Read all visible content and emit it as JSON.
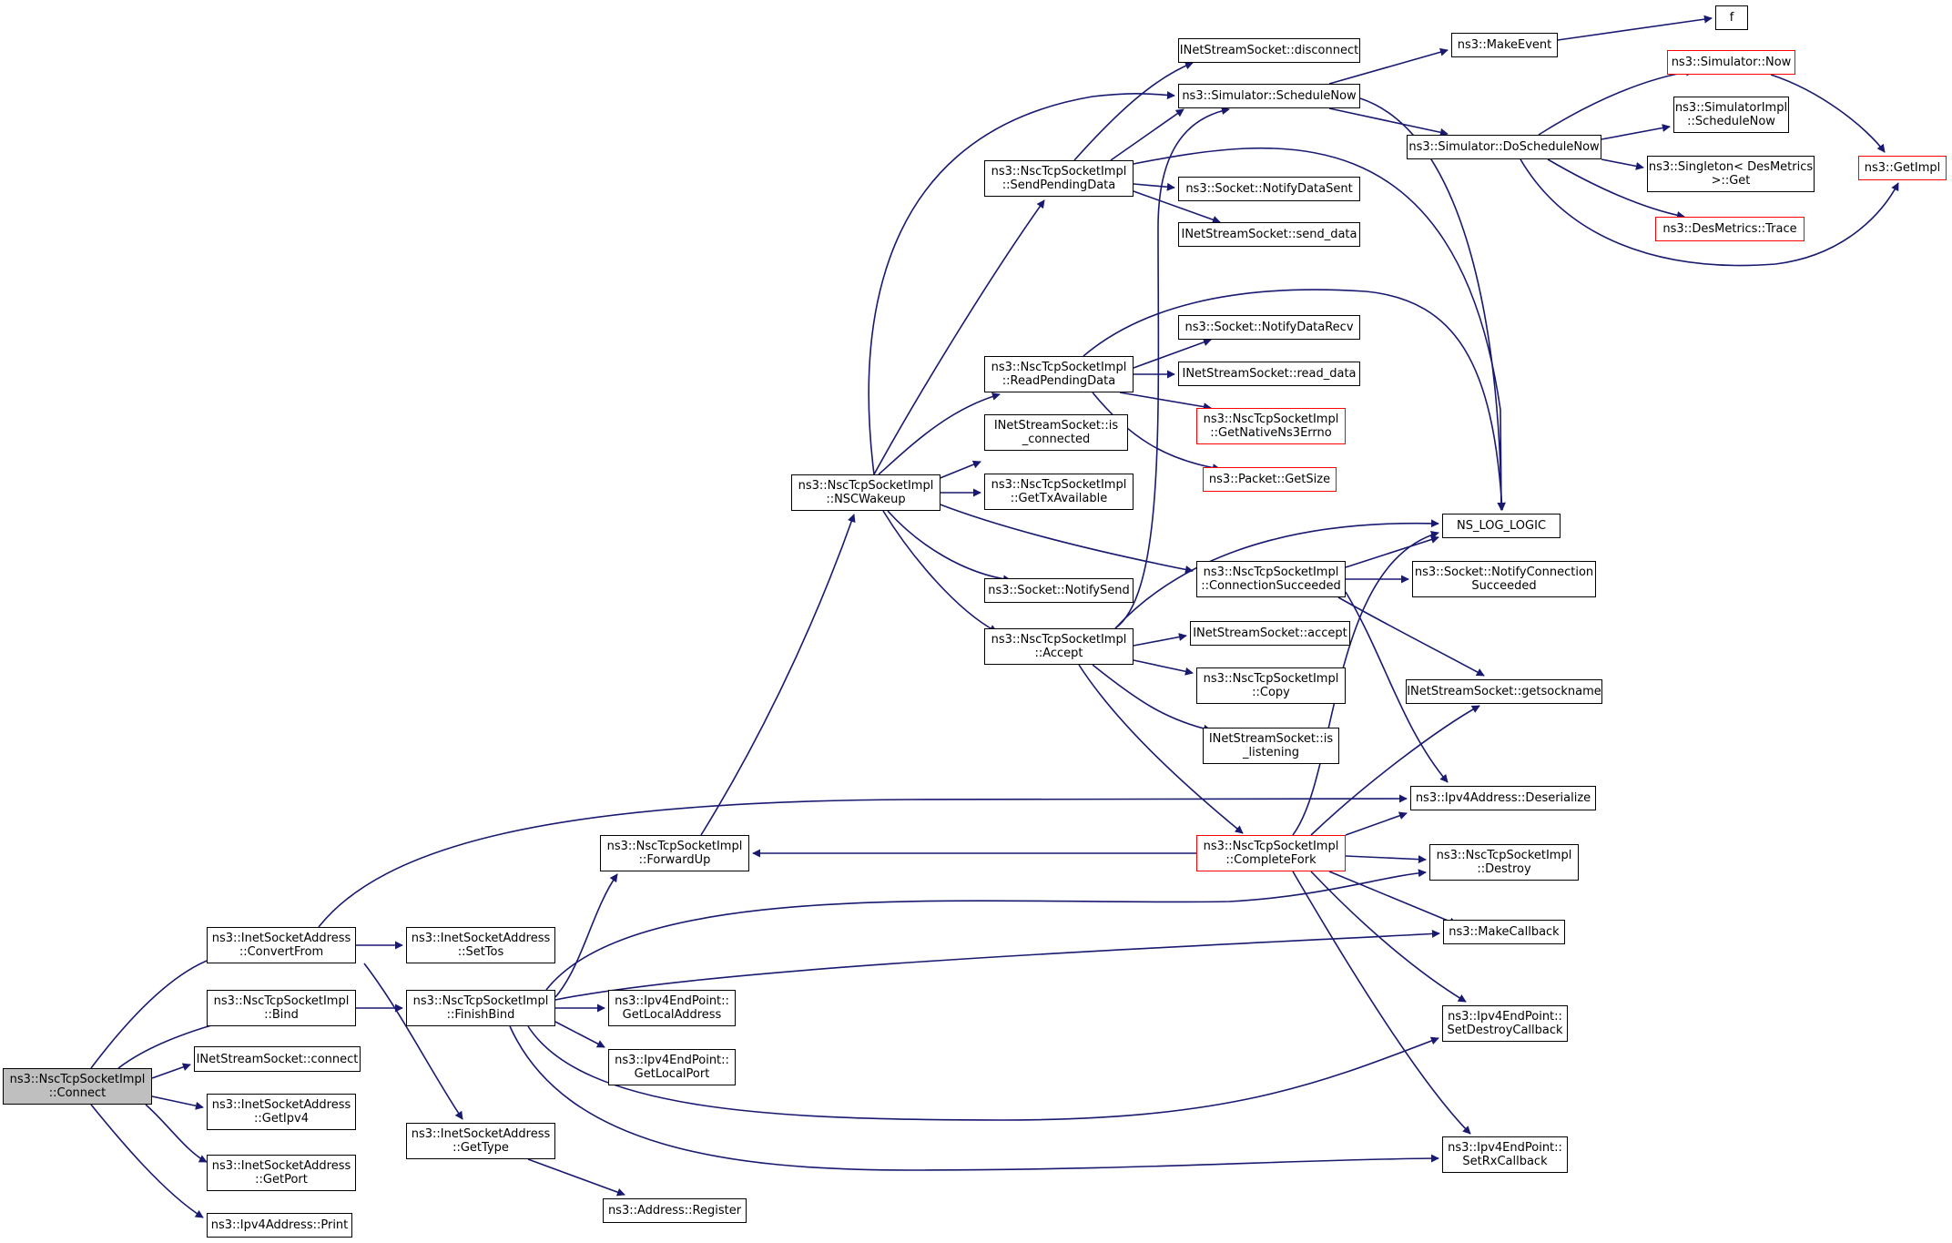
{
  "colors": {
    "edge": "#191970",
    "truncated_border": "#ff0000",
    "root_fill": "#bfbfbf"
  },
  "nodes": {
    "connect": [
      "ns3::NscTcpSocketImpl",
      "::Connect"
    ],
    "convertfrom": [
      "ns3::InetSocketAddress",
      "::ConvertFrom"
    ],
    "bind": [
      "ns3::NscTcpSocketImpl",
      "::Bind"
    ],
    "inet_connect": [
      "INetStreamSocket::connect"
    ],
    "getipv4": [
      "ns3::InetSocketAddress",
      "::GetIpv4"
    ],
    "getport": [
      "ns3::InetSocketAddress",
      "::GetPort"
    ],
    "ipv4print": [
      "ns3::Ipv4Address::Print"
    ],
    "settos": [
      "ns3::InetSocketAddress",
      "::SetTos"
    ],
    "finishbind": [
      "ns3::NscTcpSocketImpl",
      "::FinishBind"
    ],
    "gettype": [
      "ns3::InetSocketAddress",
      "::GetType"
    ],
    "forwardup": [
      "ns3::NscTcpSocketImpl",
      "::ForwardUp"
    ],
    "getlocaladdress": [
      "ns3::Ipv4EndPoint::",
      "GetLocalAddress"
    ],
    "getlocalport": [
      "ns3::Ipv4EndPoint::",
      "GetLocalPort"
    ],
    "register": [
      "ns3::Address::Register"
    ],
    "nscwakeup": [
      "ns3::NscTcpSocketImpl",
      "::NSCWakeup"
    ],
    "sendpending": [
      "ns3::NscTcpSocketImpl",
      "::SendPendingData"
    ],
    "readpending": [
      "ns3::NscTcpSocketImpl",
      "::ReadPendingData"
    ],
    "isconnected": [
      "INetStreamSocket::is",
      "_connected"
    ],
    "gettxavail": [
      "ns3::NscTcpSocketImpl",
      "::GetTxAvailable"
    ],
    "notifysend": [
      "ns3::Socket::NotifySend"
    ],
    "accept": [
      "ns3::NscTcpSocketImpl",
      "::Accept"
    ],
    "disconnect": [
      "INetStreamSocket::disconnect"
    ],
    "schedulenow": [
      "ns3::Simulator::ScheduleNow"
    ],
    "notifydatasent": [
      "ns3::Socket::NotifyDataSent"
    ],
    "senddata": [
      "INetStreamSocket::send_data"
    ],
    "notifydatarecv": [
      "ns3::Socket::NotifyDataRecv"
    ],
    "readdata": [
      "INetStreamSocket::read_data"
    ],
    "getnativeerrno": [
      "ns3::NscTcpSocketImpl",
      "::GetNativeNs3Errno"
    ],
    "packetgetsize": [
      "ns3::Packet::GetSize"
    ],
    "connsucceeded": [
      "ns3::NscTcpSocketImpl",
      "::ConnectionSucceeded"
    ],
    "inet_accept": [
      "INetStreamSocket::accept"
    ],
    "copy": [
      "ns3::NscTcpSocketImpl",
      "::Copy"
    ],
    "islistening": [
      "INetStreamSocket::is",
      "_listening"
    ],
    "completefork": [
      "ns3::NscTcpSocketImpl",
      "::CompleteFork"
    ],
    "makeevent": [
      "ns3::MakeEvent"
    ],
    "doschedulenow": [
      "ns3::Simulator::DoScheduleNow"
    ],
    "f": [
      "f"
    ],
    "nslog": [
      "NS_LOG_LOGIC"
    ],
    "notifyconnsucc": [
      "ns3::Socket::NotifyConnection",
      "Succeeded"
    ],
    "getsockname": [
      "INetStreamSocket::getsockname"
    ],
    "deserialize": [
      "ns3::Ipv4Address::Deserialize"
    ],
    "destroy": [
      "ns3::NscTcpSocketImpl",
      "::Destroy"
    ],
    "makecallback": [
      "ns3::MakeCallback"
    ],
    "setdestroycb": [
      "ns3::Ipv4EndPoint::",
      "SetDestroyCallback"
    ],
    "setrxcb": [
      "ns3::Ipv4EndPoint::",
      "SetRxCallback"
    ],
    "simnow": [
      "ns3::Simulator::Now"
    ],
    "simimplschedulenow": [
      "ns3::SimulatorImpl",
      "::ScheduleNow"
    ],
    "singletonget": [
      "ns3::Singleton< DesMetrics",
      " >::Get"
    ],
    "desmetricstrace": [
      "ns3::DesMetrics::Trace"
    ],
    "getimpl": [
      "ns3::GetImpl"
    ]
  }
}
